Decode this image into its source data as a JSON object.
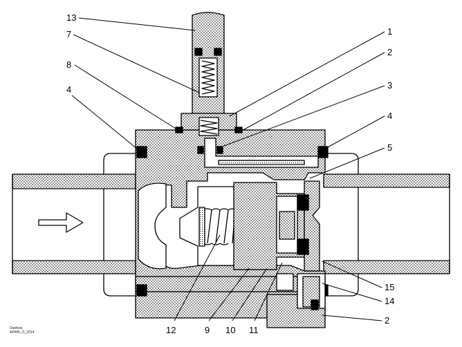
{
  "diagram": {
    "callouts": [
      "13",
      "7",
      "8",
      "4",
      "1",
      "2",
      "3",
      "4",
      "5",
      "12",
      "9",
      "10",
      "11",
      "15",
      "14",
      "2"
    ]
  },
  "footer": {
    "brand": "Danfoss",
    "code": "42H45_O_2014"
  },
  "colors": {
    "stroke": "#000000",
    "fill": "#ffffff",
    "stipple": "#000000"
  }
}
